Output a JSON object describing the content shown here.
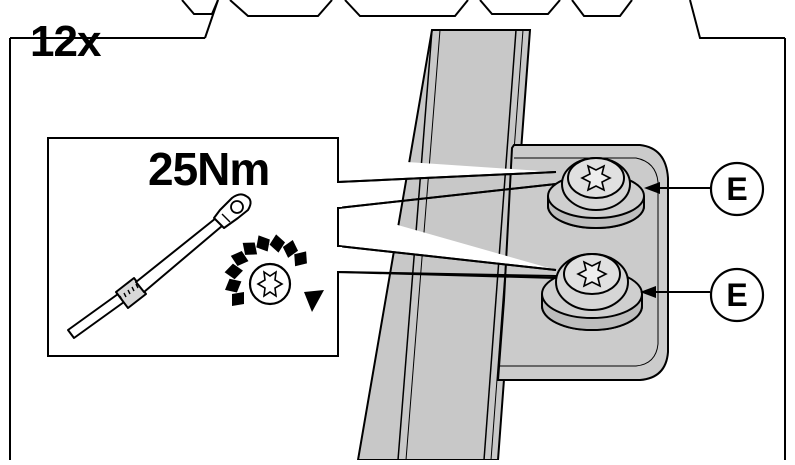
{
  "instruction": {
    "quantity": "12x",
    "torque": "25Nm",
    "callouts": [
      {
        "letter": "E"
      },
      {
        "letter": "E"
      }
    ]
  },
  "icons": {
    "wrench": "torque-wrench-icon",
    "drive": "torx-rotation-icon",
    "bolt": "torx-bolt-icon"
  },
  "colors": {
    "line": "#000000",
    "frame_fill": "#c8c8c8",
    "bracket_fill": "#cbcbcb",
    "background": "#ffffff"
  }
}
